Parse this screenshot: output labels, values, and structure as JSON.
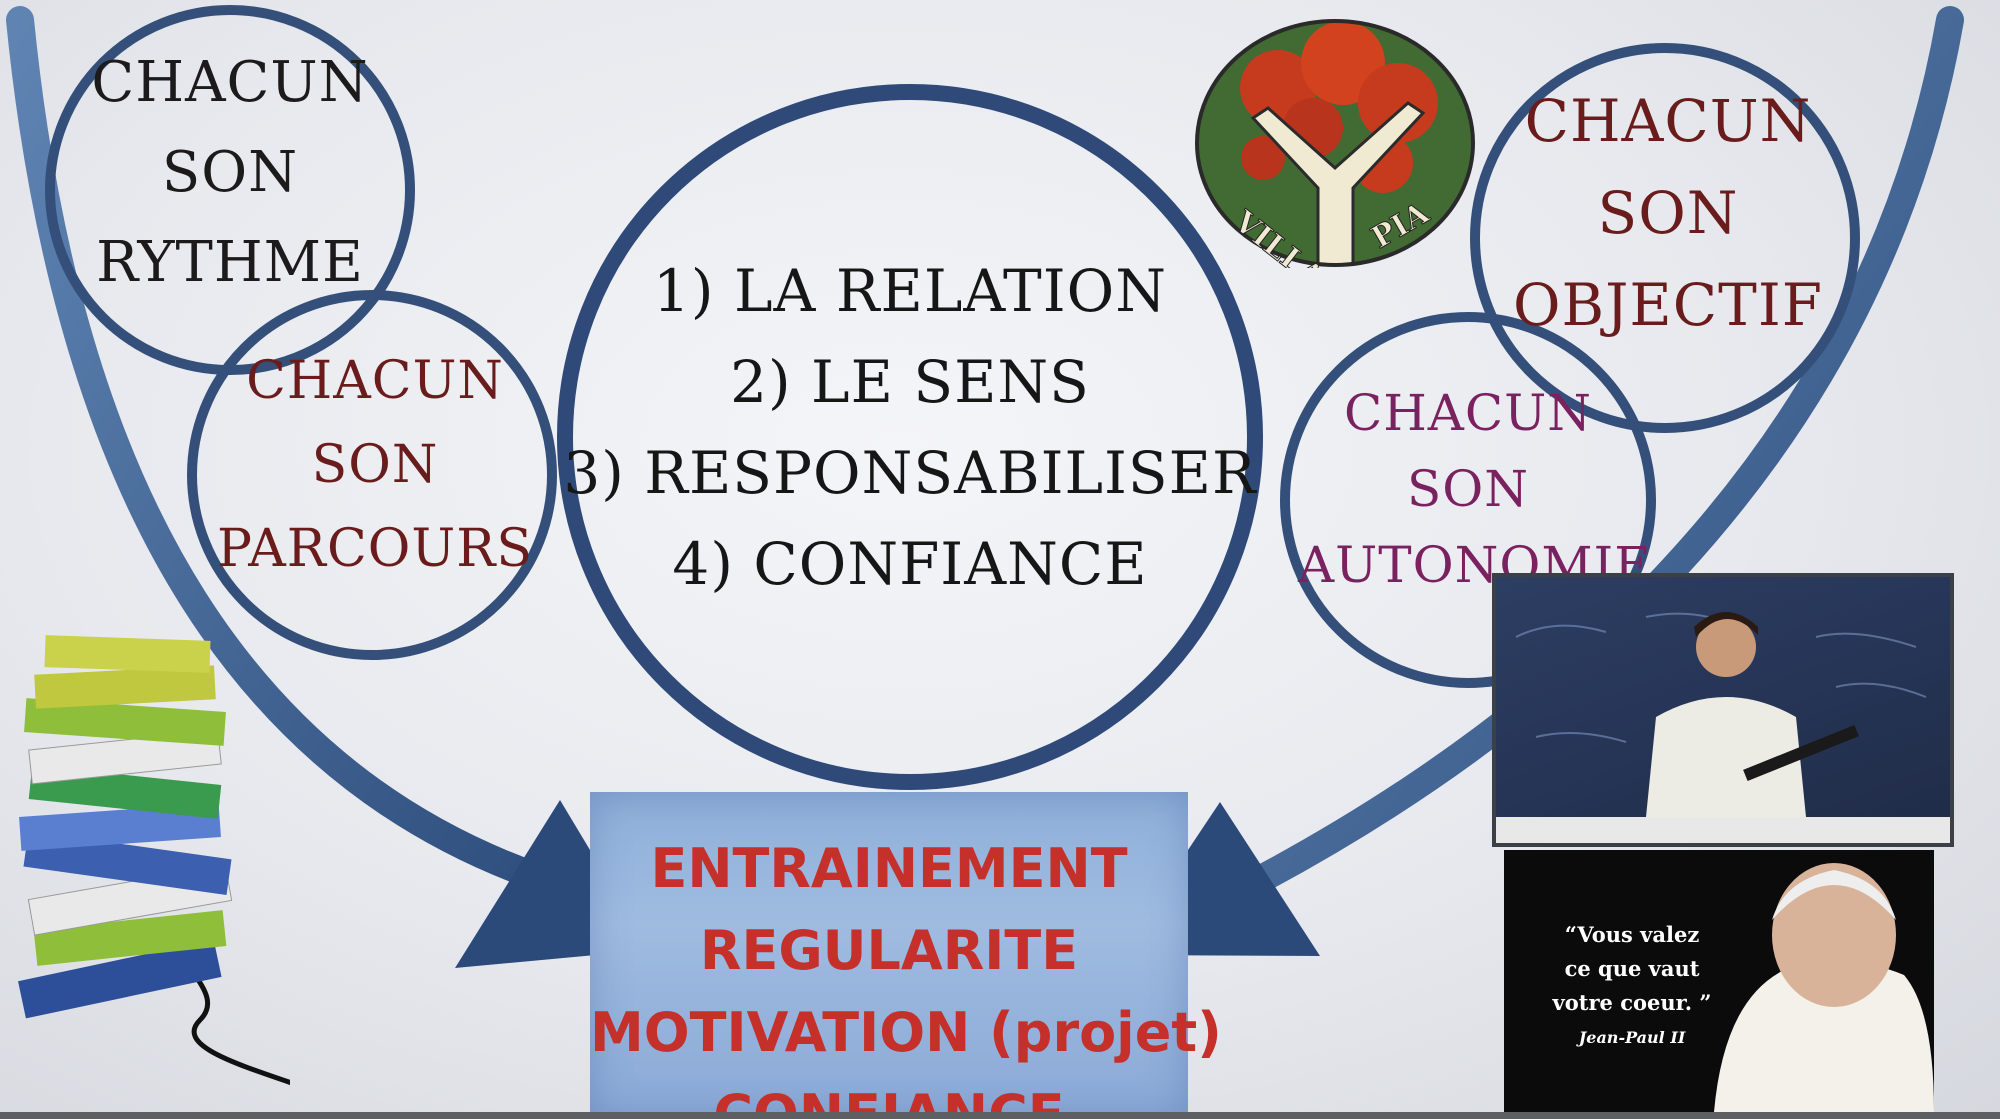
{
  "slide": {
    "circles": {
      "rythme": [
        "CHACUN",
        "SON",
        "RYTHME"
      ],
      "parcours": [
        "CHACUN",
        "SON",
        "PARCOURS"
      ],
      "objectif": [
        "CHACUN",
        "SON",
        "OBJECTIF"
      ],
      "autonomie": [
        "CHACUN",
        "SON",
        "AUTONOMIE"
      ]
    },
    "center_list": [
      "1) LA RELATION",
      "2) LE SENS",
      "3) RESPONSABILISER",
      "4) CONFIANCE"
    ],
    "box_lines": [
      "ENTRAINEMENT",
      "REGULARITE",
      "MOTIVATION (projet)",
      "CONFIANCE"
    ],
    "logo": {
      "word1": "VILLA",
      "word2": "PIA"
    },
    "quote": {
      "lines": [
        "“Vous valez",
        "ce que vaut",
        "votre coeur. ”"
      ],
      "author": "Jean-Paul II"
    }
  },
  "colors": {
    "arc_blue": "#3d5f8f",
    "ring_blue": "#34507a",
    "box_text_red": "#c5302a",
    "parcours_text": "#6a1c1c",
    "autonomie_text": "#7a2260"
  }
}
